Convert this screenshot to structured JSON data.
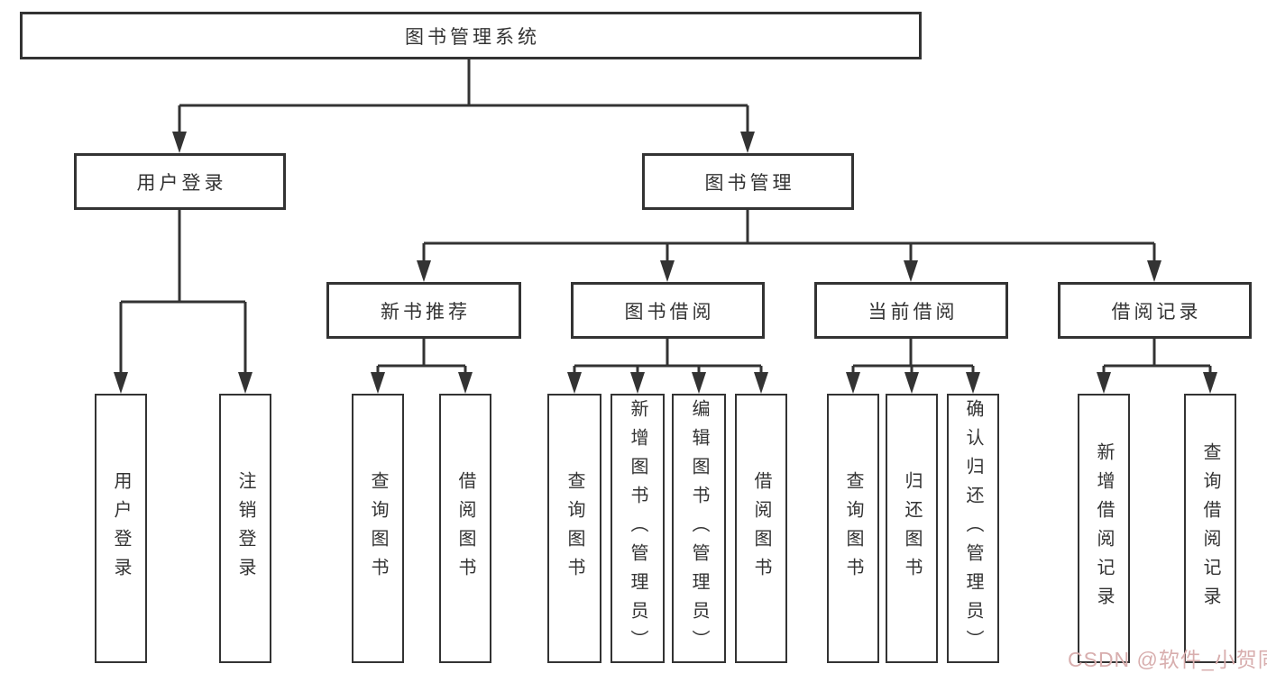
{
  "page": {
    "background_color": "#ffffff",
    "line_color": "#333333",
    "box_fill_color": "#ffffff",
    "text_color": "#333333"
  },
  "watermark": {
    "text": "CSDN @软件_小贺同学",
    "color": "#d8aeae"
  },
  "tree": {
    "label": "图书管理系统",
    "children": [
      {
        "label": "用户登录",
        "children": [
          {
            "label": "用户登录"
          },
          {
            "label": "注销登录"
          }
        ]
      },
      {
        "label": "图书管理",
        "children": [
          {
            "label": "新书推荐",
            "children": [
              {
                "label": "查询图书"
              },
              {
                "label": "借阅图书"
              }
            ]
          },
          {
            "label": "图书借阅",
            "children": [
              {
                "label": "查询图书"
              },
              {
                "label": "新增图书（管理员）"
              },
              {
                "label": "编辑图书（管理员）"
              },
              {
                "label": "借阅图书"
              }
            ]
          },
          {
            "label": "当前借阅",
            "children": [
              {
                "label": "查询图书"
              },
              {
                "label": "归还图书"
              },
              {
                "label": "确认归还（管理员）"
              }
            ]
          },
          {
            "label": "借阅记录",
            "children": [
              {
                "label": "新增借阅记录"
              },
              {
                "label": "查询借阅记录"
              }
            ]
          }
        ]
      }
    ]
  }
}
